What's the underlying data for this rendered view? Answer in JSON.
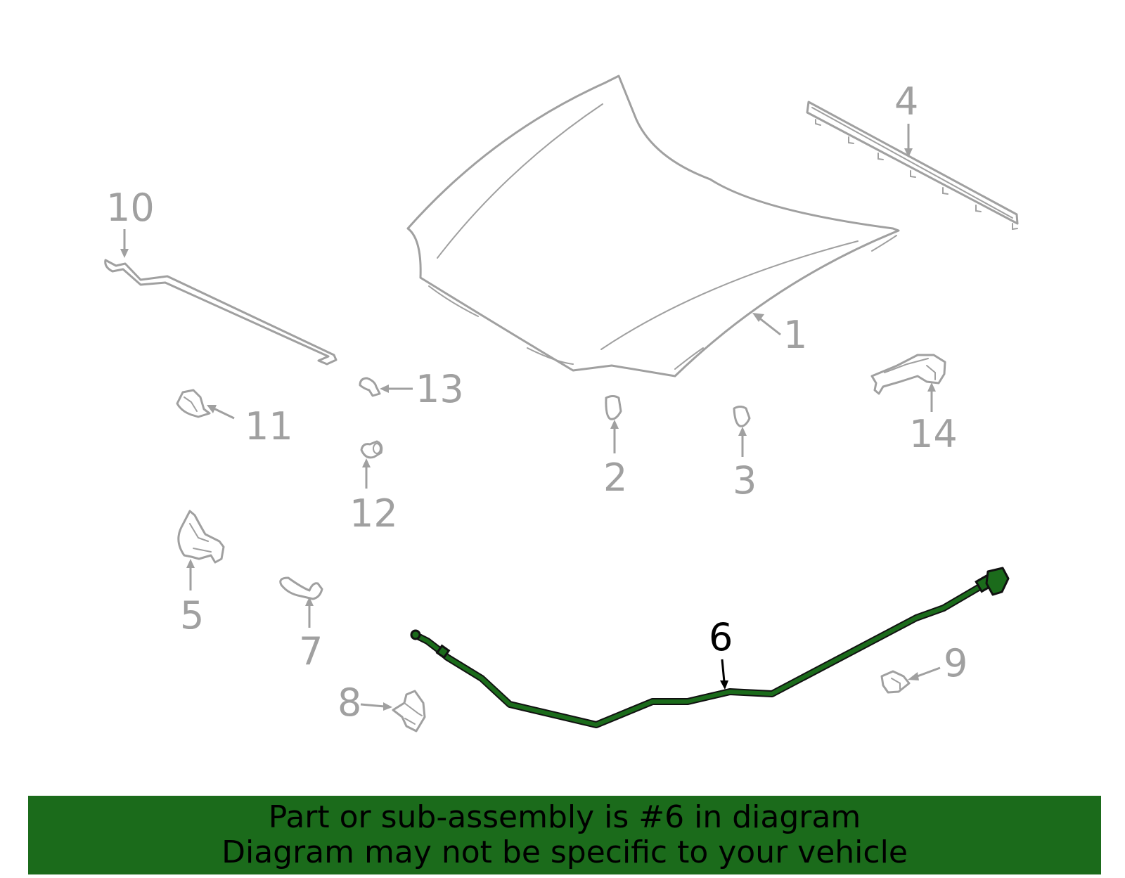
{
  "highlight_color": "#1b6b1b",
  "part_color": "#a0a0a0",
  "callouts": {
    "c1": "1",
    "c2": "2",
    "c3": "3",
    "c4": "4",
    "c5": "5",
    "c6": "6",
    "c7": "7",
    "c8": "8",
    "c9": "9",
    "c10": "10",
    "c11": "11",
    "c12": "12",
    "c13": "13",
    "c14": "14"
  },
  "selected_part": "6",
  "banner": {
    "line1": "Part or sub-assembly is #6 in diagram",
    "line2": "Diagram may not be specific to your vehicle"
  }
}
